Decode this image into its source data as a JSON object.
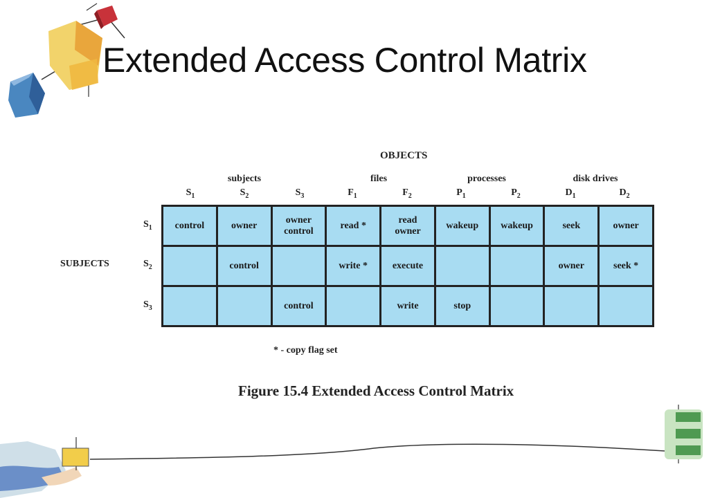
{
  "slide": {
    "title": "Extended Access Control Matrix"
  },
  "figure": {
    "objects_label": "OBJECTS",
    "subjects_label": "SUBJECTS",
    "groups": [
      "subjects",
      "files",
      "processes",
      "disk drives"
    ],
    "columns": [
      {
        "base": "S",
        "sub": "1"
      },
      {
        "base": "S",
        "sub": "2"
      },
      {
        "base": "S",
        "sub": "3"
      },
      {
        "base": "F",
        "sub": "1"
      },
      {
        "base": "F",
        "sub": "2"
      },
      {
        "base": "P",
        "sub": "1"
      },
      {
        "base": "P",
        "sub": "2"
      },
      {
        "base": "D",
        "sub": "1"
      },
      {
        "base": "D",
        "sub": "2"
      }
    ],
    "rows": [
      {
        "base": "S",
        "sub": "1",
        "cells": [
          "control",
          "owner",
          "owner\ncontrol",
          "read *",
          "read\nowner",
          "wakeup",
          "wakeup",
          "seek",
          "owner"
        ]
      },
      {
        "base": "S",
        "sub": "2",
        "cells": [
          "",
          "control",
          "",
          "write *",
          "execute",
          "",
          "",
          "owner",
          "seek *"
        ]
      },
      {
        "base": "S",
        "sub": "3",
        "cells": [
          "",
          "",
          "control",
          "",
          "write",
          "stop",
          "",
          "",
          ""
        ]
      }
    ],
    "legend": "* - copy flag set",
    "caption": "Figure 15.4  Extended Access Control Matrix"
  },
  "colors": {
    "cell_fill": "#a8dcf2",
    "grid_line": "#222222"
  }
}
